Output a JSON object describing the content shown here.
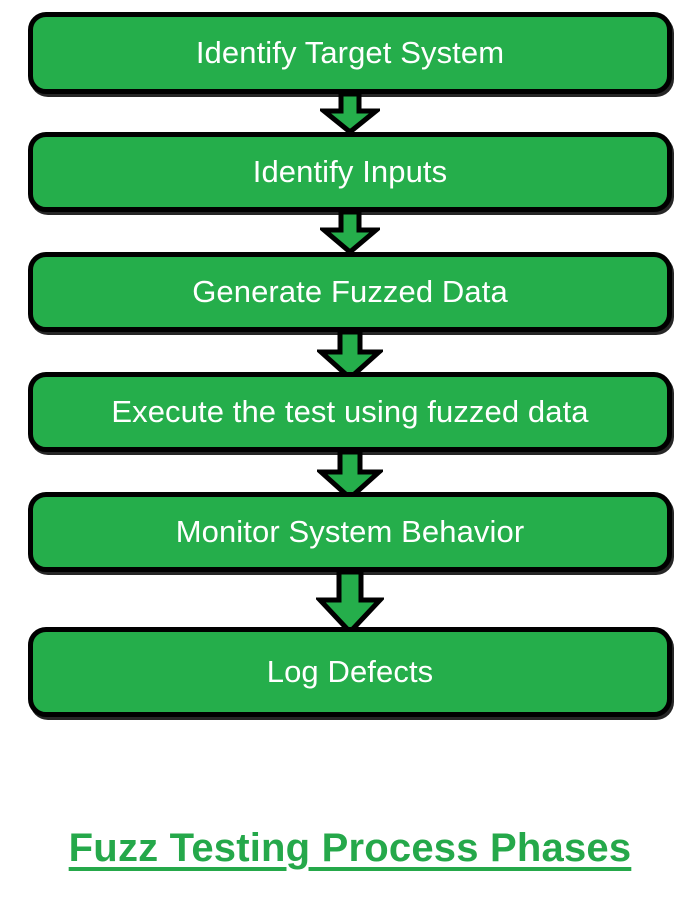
{
  "diagram": {
    "type": "flowchart",
    "orientation": "vertical",
    "caption": "Fuzz Testing Process Phases",
    "colors": {
      "box_fill": "#25AE4B",
      "box_border": "#000000",
      "box_text": "#FFFFFF",
      "arrow_fill": "#25AE4B",
      "arrow_border": "#000000",
      "caption_text": "#25A84A",
      "background": "#FFFFFF"
    },
    "steps": [
      {
        "index": 1,
        "label": "Identify Target System"
      },
      {
        "index": 2,
        "label": "Identify Inputs"
      },
      {
        "index": 3,
        "label": "Generate Fuzzed Data"
      },
      {
        "index": 4,
        "label": "Execute the test using fuzzed data"
      },
      {
        "index": 5,
        "label": "Monitor System Behavior"
      },
      {
        "index": 6,
        "label": "Log Defects"
      }
    ],
    "connectors": [
      {
        "from": 1,
        "to": 2,
        "shape": "down-block-arrow"
      },
      {
        "from": 2,
        "to": 3,
        "shape": "down-block-arrow"
      },
      {
        "from": 3,
        "to": 4,
        "shape": "down-block-arrow"
      },
      {
        "from": 4,
        "to": 5,
        "shape": "down-block-arrow"
      },
      {
        "from": 5,
        "to": 6,
        "shape": "down-block-arrow"
      }
    ]
  }
}
